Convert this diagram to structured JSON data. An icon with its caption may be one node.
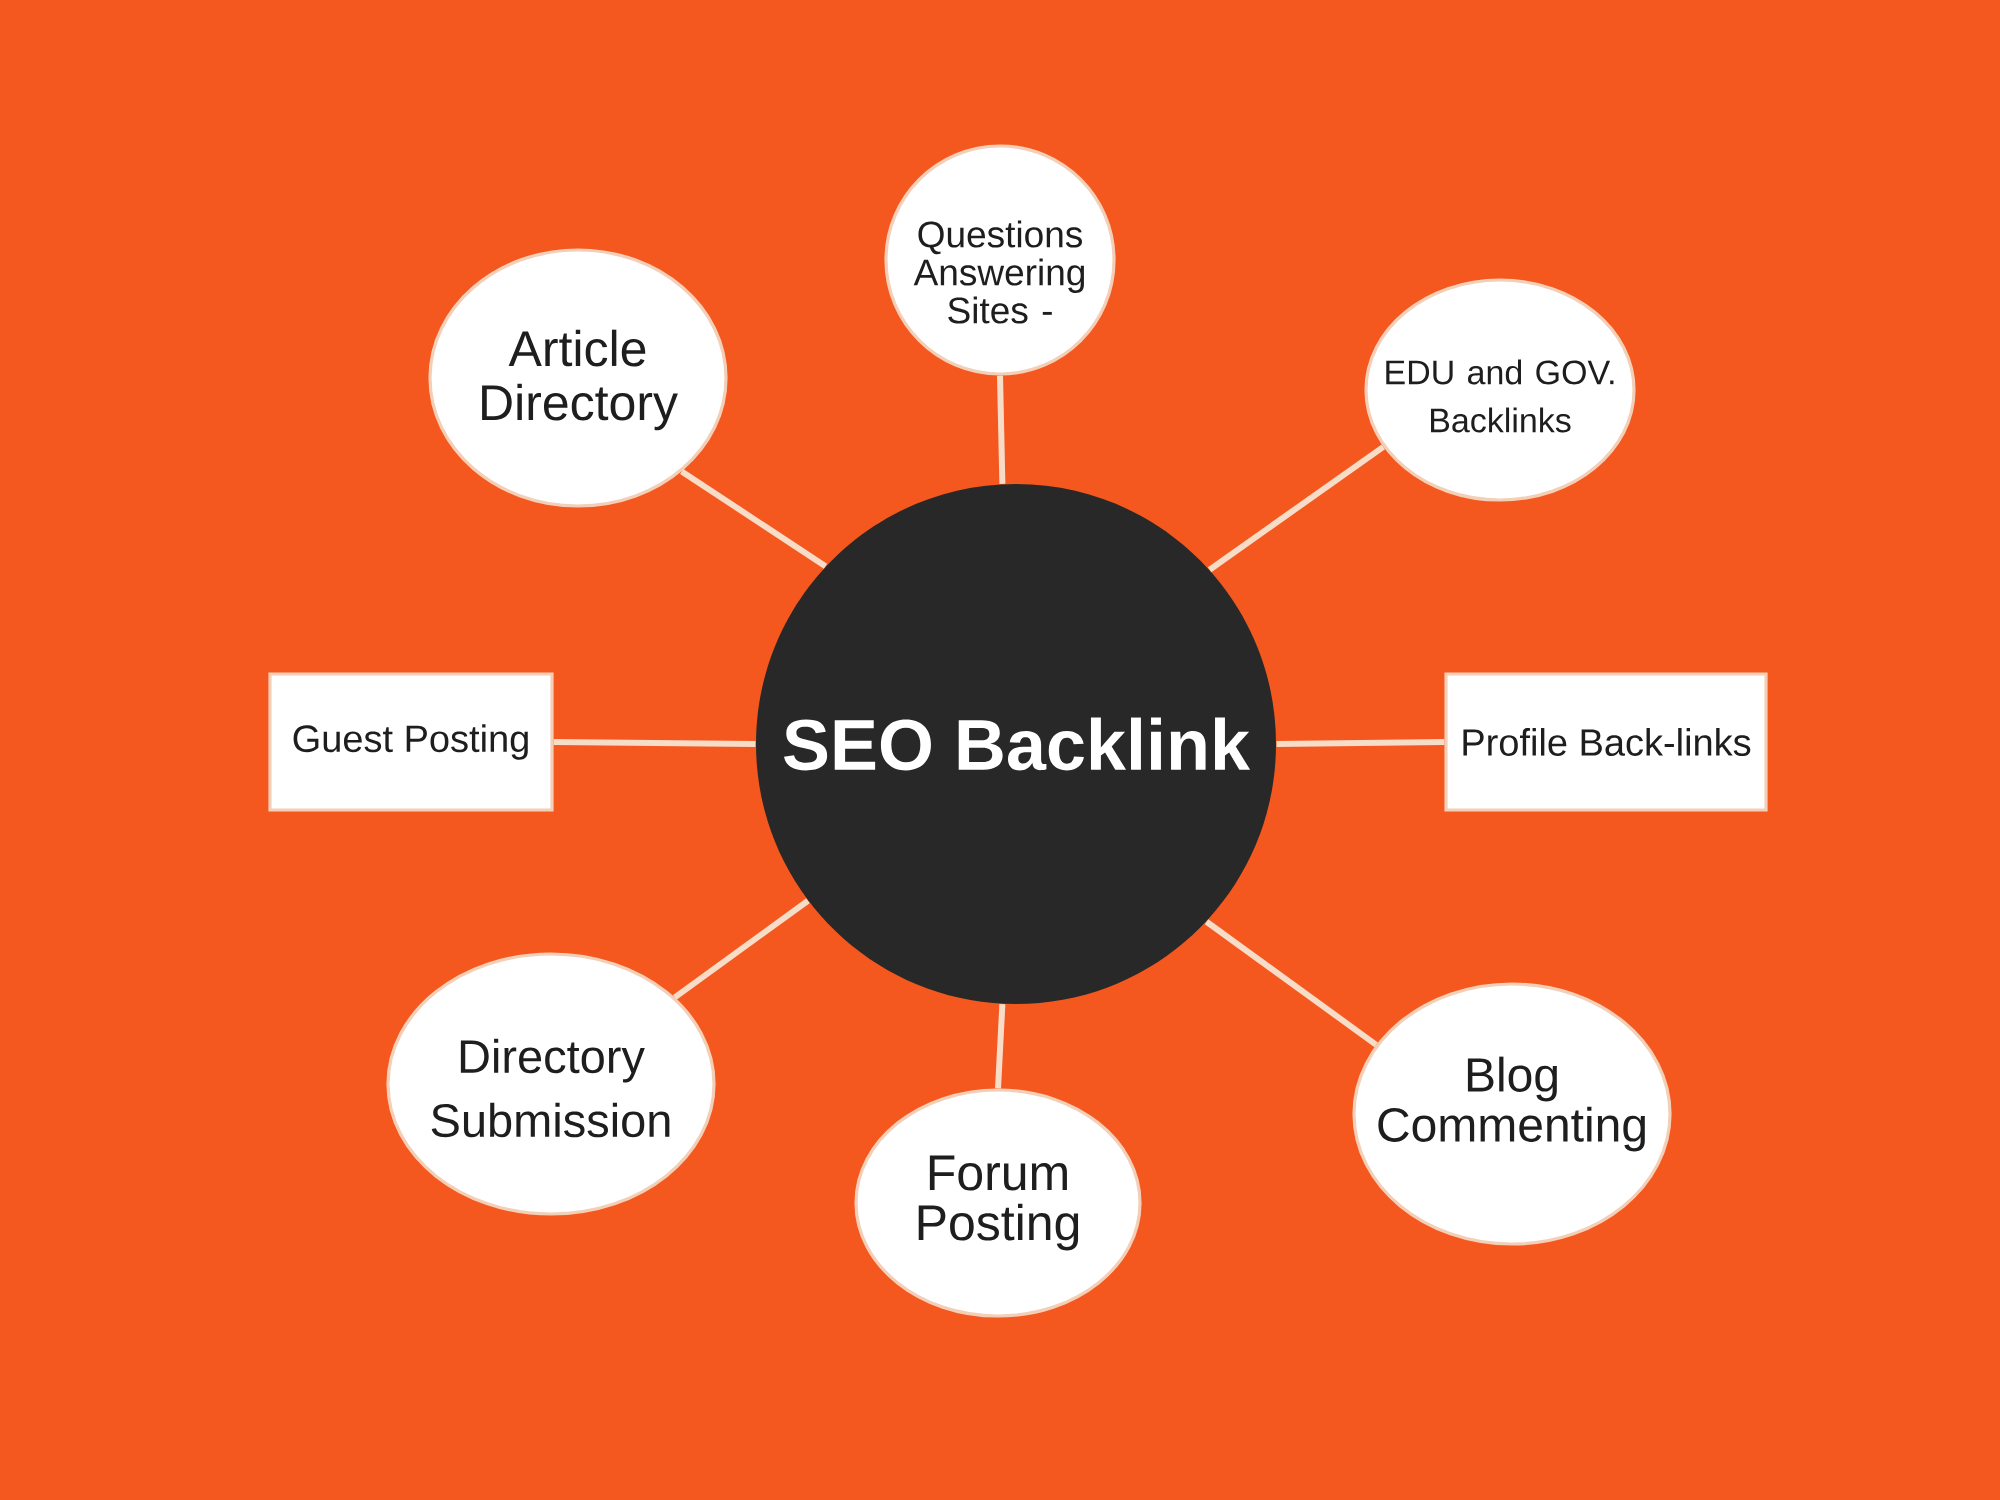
{
  "diagram": {
    "nodes": [
      {
        "text": [
          "SEO Backlink"
        ]
      },
      {
        "text": [
          "Questions Answering Sites -"
        ]
      },
      {
        "text": [
          "Article Directory"
        ]
      },
      {
        "text": [
          "EDU and GOV. Backlinks"
        ]
      },
      {
        "text": [
          "Guest Posting"
        ]
      },
      {
        "text": [
          "Profile Back-links"
        ]
      },
      {
        "text": [
          "Directory Submission"
        ]
      },
      {
        "text": [
          "Blog Commenting"
        ]
      },
      {
        "text": [
          "Forum Posting"
        ]
      }
    ],
    "edges": [
      {
        "from": 0,
        "to": 1,
        "arrow": "none"
      },
      {
        "from": 0,
        "to": 2,
        "arrow": "none"
      },
      {
        "from": 0,
        "to": 3,
        "arrow": "none"
      },
      {
        "from": 0,
        "to": 4,
        "arrow": "none"
      },
      {
        "from": 0,
        "to": 5,
        "arrow": "none"
      },
      {
        "from": 0,
        "to": 6,
        "arrow": "none"
      },
      {
        "from": 0,
        "to": 7,
        "arrow": "none"
      },
      {
        "from": 0,
        "to": 8,
        "arrow": "none"
      }
    ]
  }
}
